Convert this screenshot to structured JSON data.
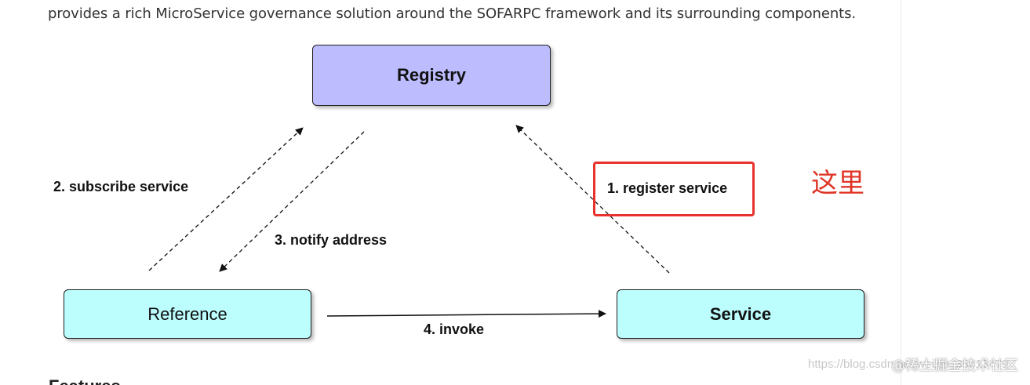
{
  "intro": {
    "text": "provides a rich MicroService governance solution around the SOFARPC framework and its surrounding components."
  },
  "diagram": {
    "nodes": {
      "registry": "Registry",
      "reference": "Reference",
      "service": "Service"
    },
    "edges": {
      "subscribe": "2. subscribe service",
      "notify": "3. notify address",
      "register": "1. register service",
      "invoke": "4. invoke"
    },
    "colors": {
      "registry_fill": "#bcbcff",
      "node_fill": "#bcfdfe",
      "highlight": "#e8322d"
    }
  },
  "annotation": {
    "text": "这里"
  },
  "footer": {
    "heading": "Features"
  },
  "watermark": {
    "url": "https://blog.csdn.net/weixin_35815479",
    "brand": "@稀土掘金技术社区"
  }
}
